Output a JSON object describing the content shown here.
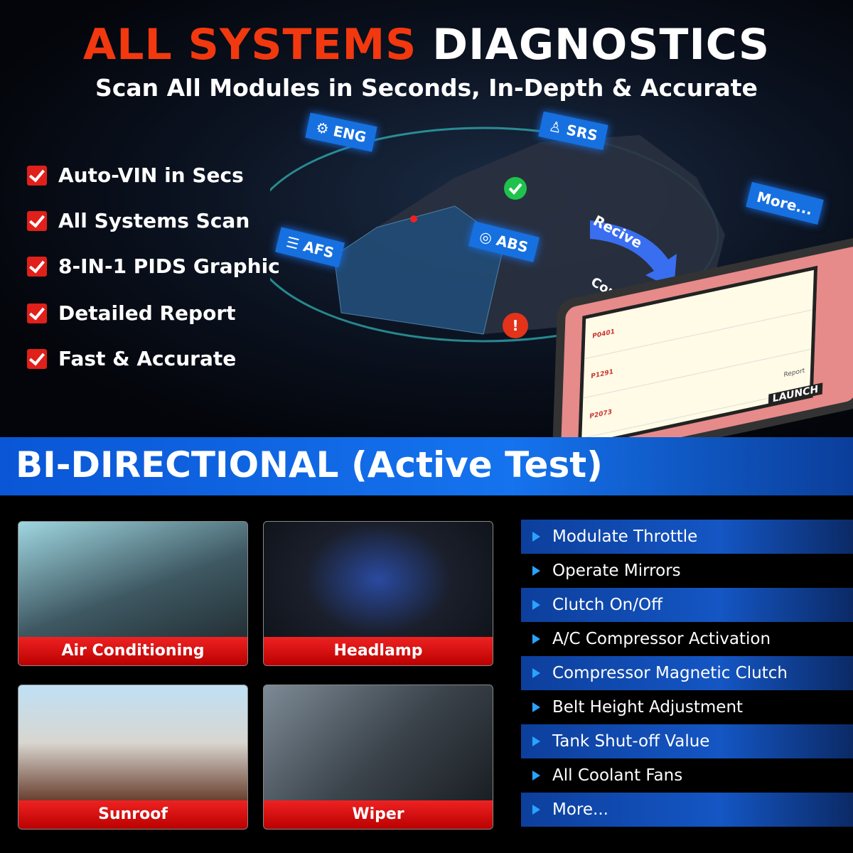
{
  "header": {
    "title_red": "ALL SYSTEMS",
    "title_white": "DIAGNOSTICS",
    "subtitle": "Scan All Modules in Seconds, In-Depth & Accurate"
  },
  "features": [
    "Auto-VIN in Secs",
    "All Systems Scan",
    "8-IN-1 PIDS Graphic",
    "Detailed Report",
    "Fast & Accurate"
  ],
  "car_tags": {
    "eng": "ENG",
    "srs": "SRS",
    "afs": "AFS",
    "abs": "ABS",
    "more": "More..."
  },
  "arrows": {
    "receive": "Recive",
    "command": "Command"
  },
  "tablet": {
    "brand": "LAUNCH",
    "codes": [
      "P0401",
      "P1291",
      "P2073"
    ],
    "report": "Report"
  },
  "banner": "BI-DIRECTIONAL (Active Test)",
  "cards": [
    "Air Conditioning",
    "Headlamp",
    "Sunroof",
    "Wiper"
  ],
  "tests": [
    "Modulate Throttle",
    "Operate Mirrors",
    "Clutch On/Off",
    "A/C Compressor Activation",
    "Compressor Magnetic Clutch",
    "Belt Height Adjustment",
    "Tank Shut-off Value",
    "All Coolant Fans",
    "More..."
  ],
  "colors": {
    "accent_red": "#f2380f",
    "accent_blue": "#1670e0"
  }
}
